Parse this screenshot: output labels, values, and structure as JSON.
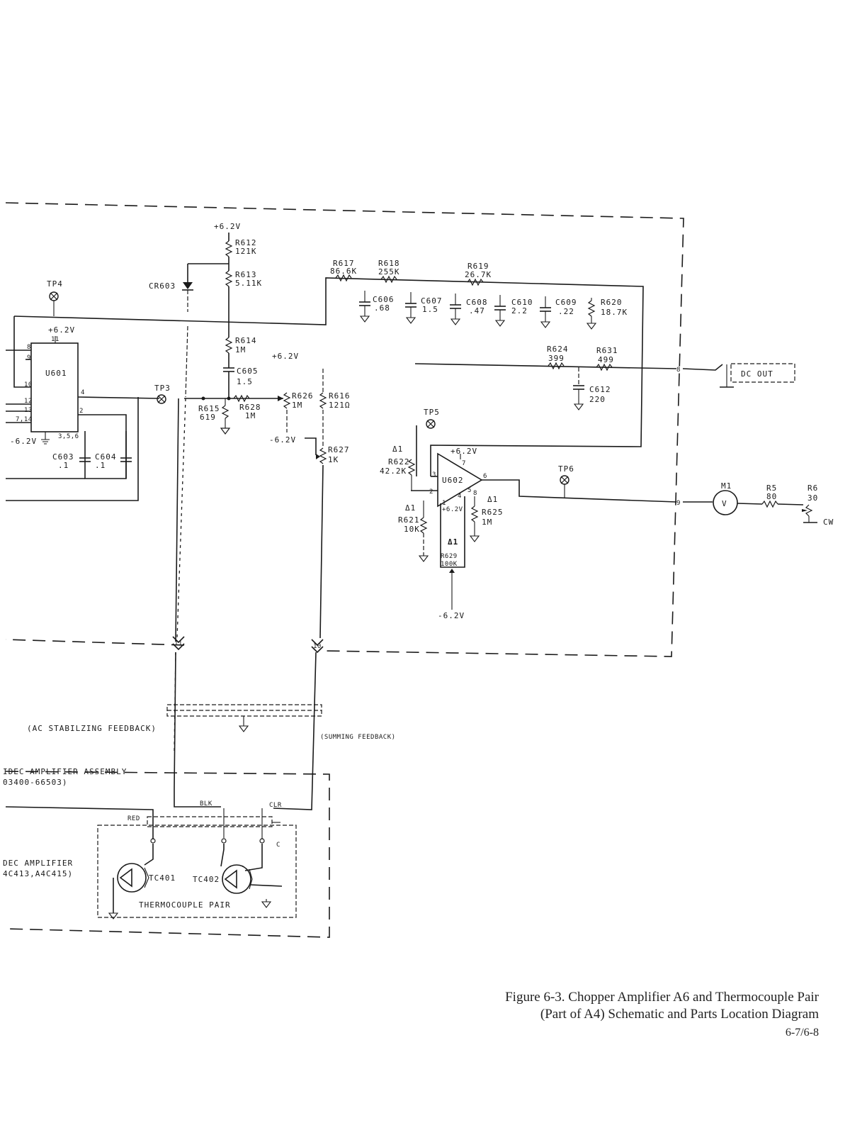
{
  "caption": {
    "line1": "Figure 6-3. Chopper Amplifier A6 and Thermocouple Pair",
    "line2": "(Part of A4) Schematic and Parts Location Diagram",
    "page": "6-7/6-8"
  },
  "supplies": {
    "pos_6v2": "+6.2V",
    "neg_6v2": "-6.2V",
    "pos_6v2_u602": "+6.2V",
    "neg_6v2_bottom": "-6.2V",
    "neg_6v2_r627": "-6.2V",
    "pos_6v2_r614": "+6.2V",
    "neg_6v2_u601": "-6.2V",
    "pos_6v2_u601": "+6.2V",
    "pos_6v2_r629": "+6.2V"
  },
  "components": {
    "r612": {
      "ref": "R612",
      "value": "121K"
    },
    "r613": {
      "ref": "R613",
      "value": "5.11K"
    },
    "r614": {
      "ref": "R614",
      "value": "1M"
    },
    "r615": {
      "ref": "R615",
      "value": "619"
    },
    "r616": {
      "ref": "R616",
      "value": "121Ω"
    },
    "r617": {
      "ref": "R617",
      "value": "86.6K"
    },
    "r618": {
      "ref": "R618",
      "value": "255K"
    },
    "r619": {
      "ref": "R619",
      "value": "26.7K"
    },
    "r620": {
      "ref": "R620",
      "value": "18.7K"
    },
    "r621": {
      "ref": "R621",
      "value": "10K"
    },
    "r622": {
      "ref": "R622",
      "value": "42.2K"
    },
    "r624": {
      "ref": "R624",
      "value": "399"
    },
    "r625": {
      "ref": "R625",
      "value": "1M"
    },
    "r626": {
      "ref": "R626",
      "value": "1M"
    },
    "r627": {
      "ref": "R627",
      "value": "1K"
    },
    "r628": {
      "ref": "R628",
      "value": "1M"
    },
    "r629": {
      "ref": "R629",
      "value": "100K"
    },
    "r631": {
      "ref": "R631",
      "value": "499"
    },
    "c603": {
      "ref": "C603",
      "value": ".1"
    },
    "c604": {
      "ref": "C604",
      "value": ".1"
    },
    "c605": {
      "ref": "C605",
      "value": "1.5"
    },
    "c606": {
      "ref": "C606",
      "value": ".68"
    },
    "c607": {
      "ref": "C607",
      "value": "1.5"
    },
    "c608": {
      "ref": "C608",
      "value": ".47"
    },
    "c609": {
      "ref": "C609",
      "value": ".22"
    },
    "c610": {
      "ref": "C610",
      "value": "2.2"
    },
    "c612": {
      "ref": "C612",
      "value": "220"
    },
    "cr603": {
      "ref": "CR603"
    },
    "u601": {
      "ref": "U601"
    },
    "u602": {
      "ref": "U602"
    },
    "m1": {
      "ref": "M1",
      "symbol": "V"
    },
    "r5": {
      "ref": "R5",
      "value": "80"
    },
    "r6": {
      "ref": "R6",
      "value": "30"
    },
    "tc401": {
      "ref": "TC401"
    },
    "tc402": {
      "ref": "TC402"
    }
  },
  "test_points": {
    "tp3": "TP3",
    "tp4": "TP4",
    "tp5": "TP5",
    "tp6": "TP6"
  },
  "deltas": {
    "d1": "Δ1",
    "d2": "Δ1",
    "d3": "Δ1",
    "d4": "Δ1"
  },
  "pins": {
    "u601_p8": "8",
    "u601_p9": "9",
    "u601_p10": "10",
    "u601_p12": "12",
    "u601_p13": "13",
    "u601_p714": "7,14",
    "u601_p11": "11",
    "u601_p4": "4",
    "u601_p2": "2",
    "u601_p356": "3,5,6",
    "u602_p3": "3",
    "u602_p2": "2",
    "u602_p6": "6",
    "u602_p7": "7",
    "u602_p4": "4",
    "u602_p1": "1",
    "u602_p8": "8",
    "u602_p5": "5",
    "j8": "8",
    "j9": "9",
    "j11": "11",
    "j10": "10"
  },
  "labels": {
    "dc_out": "DC OUT",
    "cw": "CW",
    "ac_feedback": "(AC STABILZING FEEDBACK)",
    "sum_feedback": "(SUMMING FEEDBACK)",
    "amp_assembly": "IDEC AMPLIFIER ASSEMBLY",
    "amp_part": "03400-66503)",
    "dec_amp": "DEC AMPLIFIER",
    "dec_amp_part": "4C413,A4C415)",
    "thermo_pair": "THERMOCOUPLE PAIR",
    "blk": "BLK",
    "clr": "CLR",
    "red": "RED",
    "c_mark": "C"
  },
  "colors": {
    "ink": "#1a1a1a",
    "paper": "#ffffff"
  }
}
